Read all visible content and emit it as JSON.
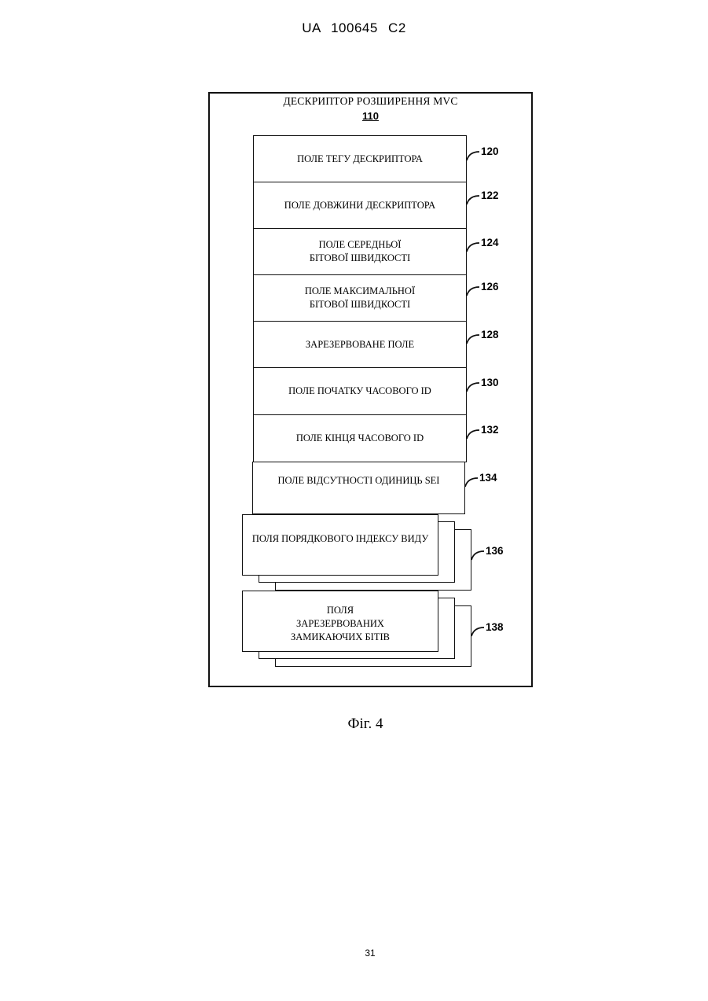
{
  "header": "UA 100645 C2",
  "diagram": {
    "title": "ДЕСКРИПТОР РОЗШИРЕННЯ MVC",
    "title_ref": "110",
    "fields": [
      {
        "label": "ПОЛЕ ТЕГУ ДЕСКРИПТОРА",
        "ref": "120"
      },
      {
        "label": "ПОЛЕ ДОВЖИНИ ДЕСКРИПТОРА",
        "ref": "122"
      },
      {
        "label": "ПОЛЕ СЕРЕДНЬОЇ БІТОВОЇ ШВИДКОСТІ",
        "ref": "124"
      },
      {
        "label": "ПОЛЕ МАКСИМАЛЬНОЇ БІТОВОЇ ШВИДКОСТІ",
        "ref": "126"
      },
      {
        "label": "ЗАРЕЗЕРВОВАНЕ ПОЛЕ",
        "ref": "128"
      },
      {
        "label": "ПОЛЕ ПОЧАТКУ ЧАСОВОГО ID",
        "ref": "130"
      },
      {
        "label": "ПОЛЕ КІНЦЯ ЧАСОВОГО ID",
        "ref": "132"
      },
      {
        "label": "ПОЛЕ ВІДСУТНОСТІ ОДИНИЦЬ SEI",
        "ref": "134"
      }
    ],
    "stacks": [
      {
        "label": "ПОЛЯ ПОРЯДКОВОГО ІНДЕКСУ ВИДУ",
        "ref": "136"
      },
      {
        "label": "ПОЛЯ ЗАРЕЗЕРВОВАНИХ ЗАМИКАЮЧИХ БІТІВ",
        "ref": "138"
      }
    ]
  },
  "caption": "Фіг. 4",
  "page_number": "31"
}
